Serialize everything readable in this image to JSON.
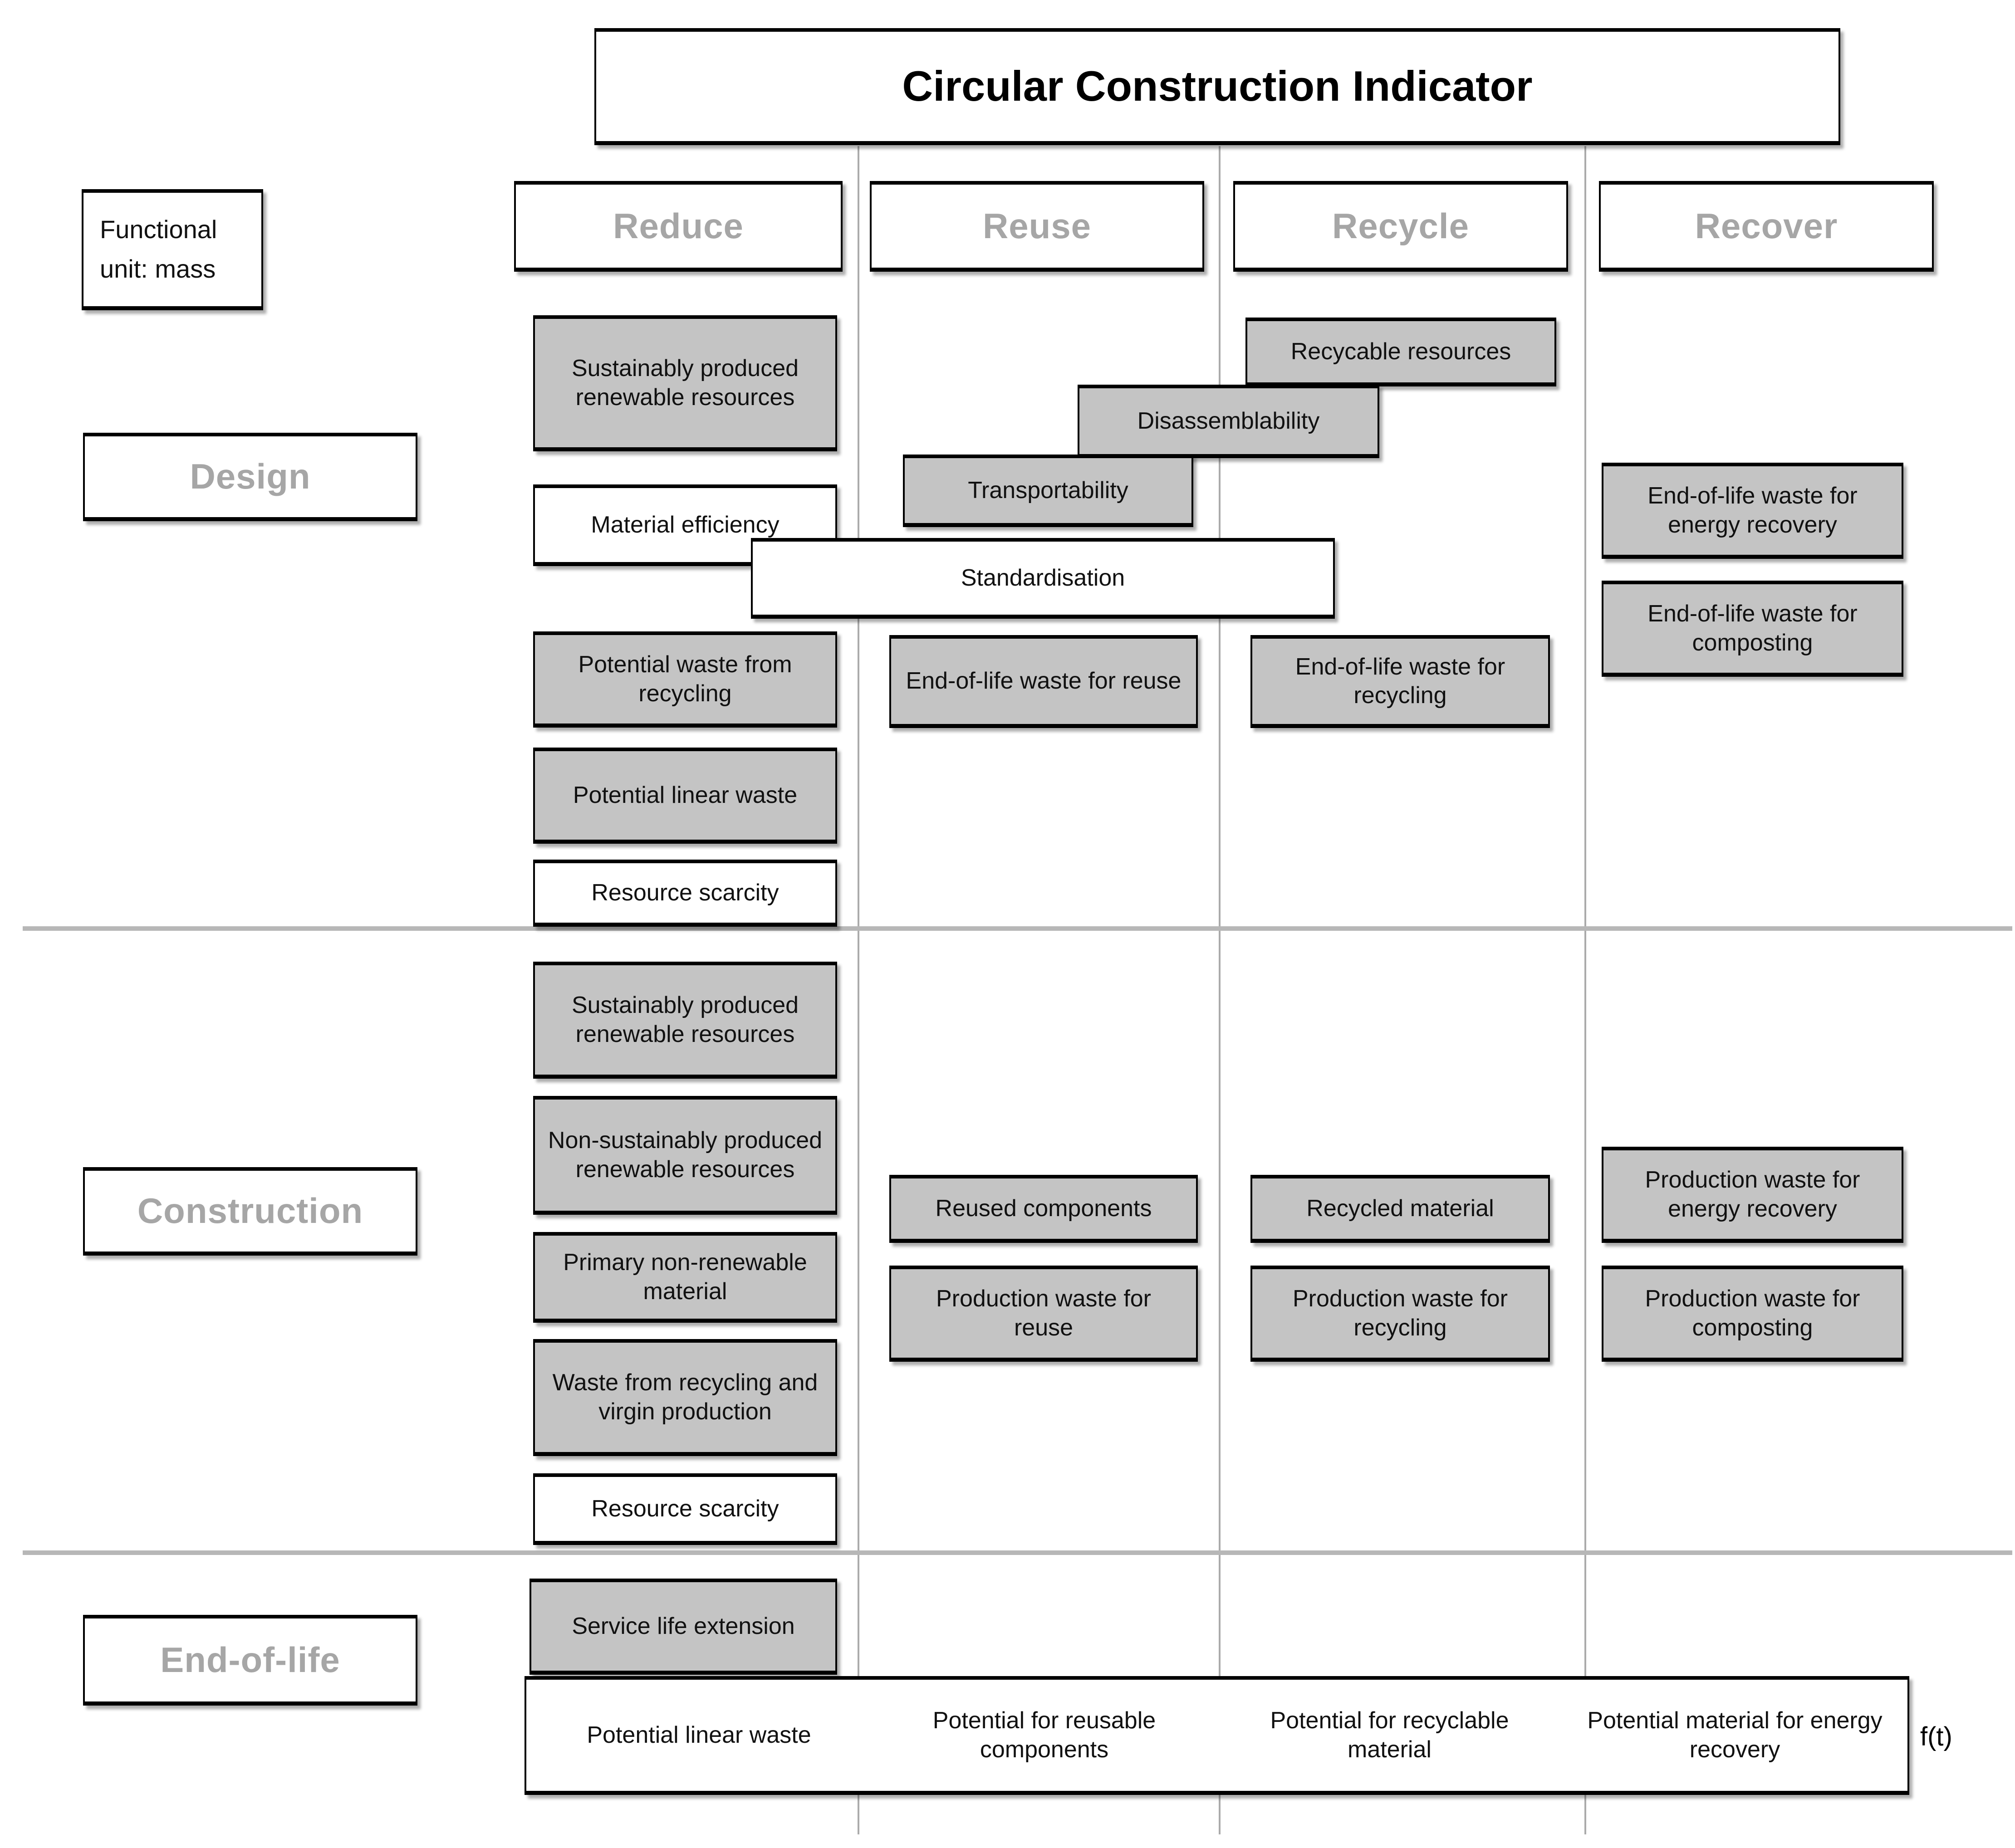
{
  "title": "Circular Construction Indicator",
  "functional_unit": {
    "label": "Functional unit: mass"
  },
  "columns": {
    "reduce": {
      "label": "Reduce"
    },
    "reuse": {
      "label": "Reuse"
    },
    "recycle": {
      "label": "Recycle"
    },
    "recover": {
      "label": "Recover"
    }
  },
  "rows": {
    "design": {
      "label": "Design"
    },
    "construction": {
      "label": "Construction"
    },
    "end_of_life": {
      "label": "End-of-life"
    }
  },
  "boxes": {
    "design": {
      "sustainable": {
        "label": "Sustainably produced renewable resources",
        "variant": "gray",
        "row": "design",
        "column": "reduce"
      },
      "material_efficiency": {
        "label": "Material efficiency",
        "variant": "white",
        "row": "design",
        "column": "reduce"
      },
      "potential_waste_recycling": {
        "label": "Potential waste from recycling",
        "variant": "gray",
        "row": "design",
        "column": "reduce"
      },
      "potential_linear_waste": {
        "label": "Potential linear waste",
        "variant": "gray",
        "row": "design",
        "column": "reduce"
      },
      "resource_scarcity": {
        "label": "Resource scarcity",
        "variant": "white",
        "row": "design",
        "column": "reduce"
      },
      "recycable_resources": {
        "label": "Recycable resources",
        "variant": "gray",
        "row": "design",
        "column": "recycle"
      },
      "disassemblability": {
        "label": "Disassemblability",
        "variant": "gray",
        "row": "design",
        "column": "reuse-recycle"
      },
      "transportability": {
        "label": "Transportability",
        "variant": "gray",
        "row": "design",
        "column": "reuse"
      },
      "standardisation": {
        "label": "Standardisation",
        "variant": "white",
        "row": "design",
        "column": "reduce-reuse"
      },
      "eol_waste_reuse": {
        "label": "End-of-life waste for reuse",
        "variant": "gray",
        "row": "design",
        "column": "reuse"
      },
      "eol_waste_recycling": {
        "label": "End-of-life waste for recycling",
        "variant": "gray",
        "row": "design",
        "column": "recycle"
      },
      "eol_waste_energy": {
        "label": "End-of-life waste for energy recovery",
        "variant": "gray",
        "row": "design",
        "column": "recover"
      },
      "eol_waste_composting": {
        "label": "End-of-life waste for composting",
        "variant": "gray",
        "row": "design",
        "column": "recover"
      }
    },
    "construction": {
      "sustainable": {
        "label": "Sustainably produced renewable resources",
        "variant": "gray",
        "row": "construction",
        "column": "reduce"
      },
      "non_sustainable": {
        "label": "Non-sustainably produced renewable resources",
        "variant": "gray",
        "row": "construction",
        "column": "reduce"
      },
      "primary_non_renewable": {
        "label": "Primary non-renewable material",
        "variant": "gray",
        "row": "construction",
        "column": "reduce"
      },
      "waste_recycling_virgin": {
        "label": "Waste from recycling and virgin production",
        "variant": "gray",
        "row": "construction",
        "column": "reduce"
      },
      "resource_scarcity": {
        "label": "Resource scarcity",
        "variant": "white",
        "row": "construction",
        "column": "reduce"
      },
      "reused_components": {
        "label": "Reused components",
        "variant": "gray",
        "row": "construction",
        "column": "reuse"
      },
      "prod_waste_reuse": {
        "label": "Production waste for reuse",
        "variant": "gray",
        "row": "construction",
        "column": "reuse"
      },
      "recycled_material": {
        "label": "Recycled material",
        "variant": "gray",
        "row": "construction",
        "column": "recycle"
      },
      "prod_waste_recycling": {
        "label": "Production waste for recycling",
        "variant": "gray",
        "row": "construction",
        "column": "recycle"
      },
      "prod_waste_energy": {
        "label": "Production waste for energy recovery",
        "variant": "gray",
        "row": "construction",
        "column": "recover"
      },
      "prod_waste_composting": {
        "label": "Production waste for composting",
        "variant": "gray",
        "row": "construction",
        "column": "recover"
      }
    },
    "end_of_life": {
      "service_life_extension": {
        "label": "Service life extension",
        "variant": "gray",
        "row": "end_of_life",
        "column": "reduce"
      }
    }
  },
  "bottom_bar": {
    "potential_linear_waste": "Potential linear waste",
    "potential_reusable": "Potential for reusable components",
    "potential_recyclable": "Potential for recyclable material",
    "potential_energy": "Potential material for energy recovery",
    "function_label": "f(t)"
  },
  "colors": {
    "box_fill_gray": "#c4c4c4",
    "box_fill_white": "#ffffff",
    "box_border": "#000000",
    "header_text_gray": "#a6a6a6",
    "divider_gray": "#ababab",
    "background": "#ffffff"
  }
}
